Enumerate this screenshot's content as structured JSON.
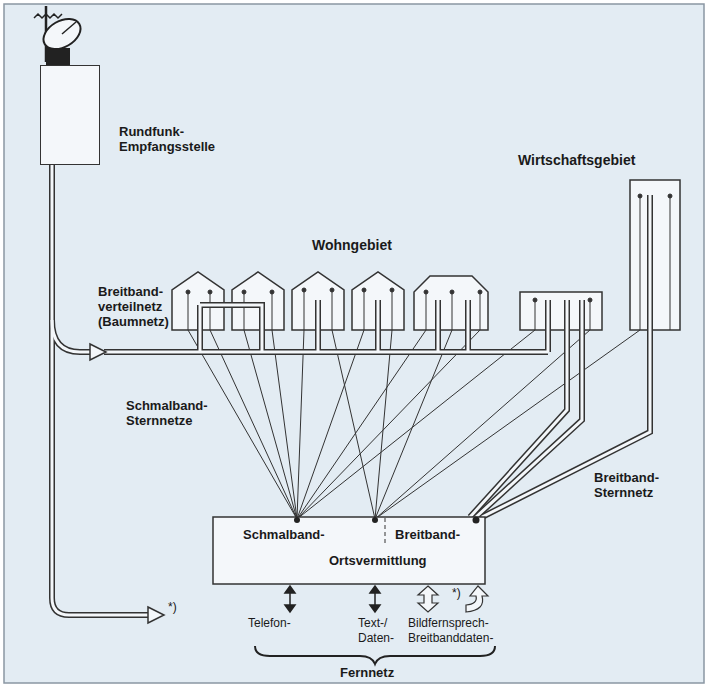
{
  "diagram": {
    "nodes": [
      {
        "text": [
          "Rundfunk- Empfangsstelle"
        ]
      },
      {
        "text": [
          "Schmalband-",
          "Breitband-",
          "Ortsvermittlung"
        ]
      }
    ],
    "labels": [
      "Wohngebiet",
      "Wirtschaftsgebiet",
      "Breitband- verteilnetz (Baumnetz)",
      "Schmalband- Sternnetze",
      "Breitband- Sternnetz",
      "*)",
      "Telefon-",
      "Text-/ Daten-",
      "Bildfernsprech- Breitbanddaten-",
      "*)",
      "Fernnetz"
    ]
  }
}
